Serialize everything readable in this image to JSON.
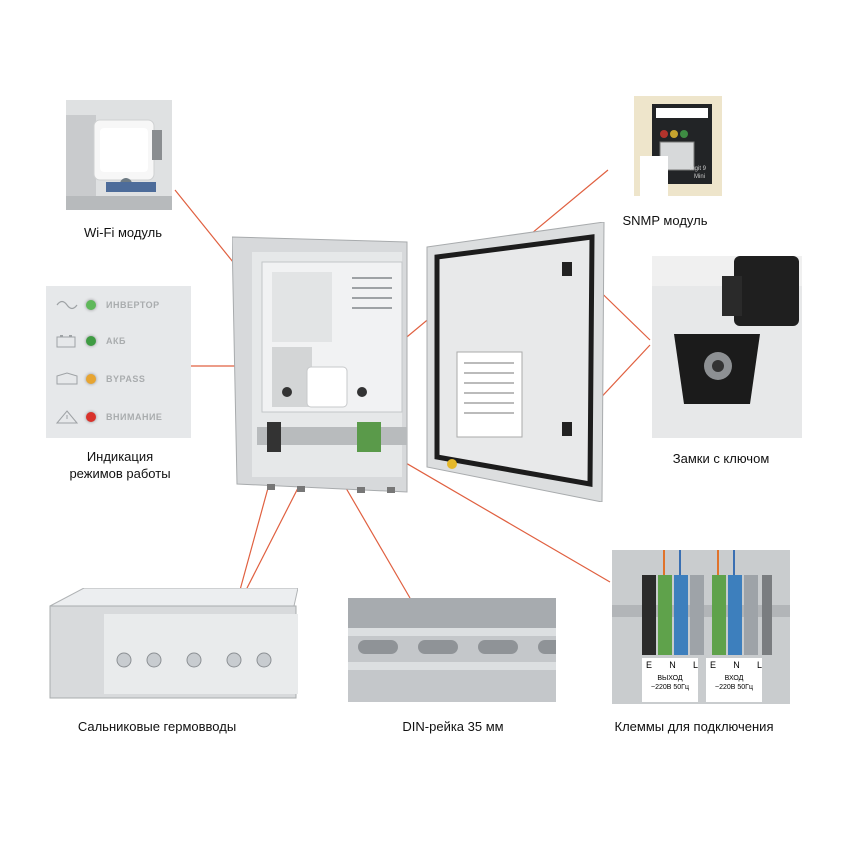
{
  "labels": {
    "wifi": "Wi-Fi модуль",
    "snmp": "SNMP модуль",
    "indication_line1": "Индикация",
    "indication_line2": "режимов работы",
    "locks": "Замки с ключом",
    "glands": "Сальниковые гермовводы",
    "din": "DIN-рейка 35 мм",
    "terminals": "Клеммы для подключения"
  },
  "indicator_panel": {
    "rows": [
      {
        "text": "ИНВЕРТОР",
        "icon": "sine-wave-icon",
        "led_color": "#5fb85a"
      },
      {
        "text": "АКБ",
        "icon": "battery-icon",
        "led_color": "#3f9c43"
      },
      {
        "text": "BYPASS",
        "icon": "bypass-icon",
        "led_color": "#e7a532"
      },
      {
        "text": "ВНИМАНИЕ",
        "icon": "warning-triangle-icon",
        "led_color": "#d9322b"
      }
    ]
  },
  "snmp_card": {
    "brand": "ingit 9",
    "model": "Mini"
  },
  "terminals_photo": {
    "left_letters": [
      "E",
      "N",
      "L"
    ],
    "right_letters": [
      "E",
      "N",
      "L"
    ],
    "out_label_line1": "ВЫХОД",
    "out_label_line2": "~220В 50Гц",
    "in_label_line1": "ВХОД",
    "in_label_line2": "~220В 50Гц"
  }
}
